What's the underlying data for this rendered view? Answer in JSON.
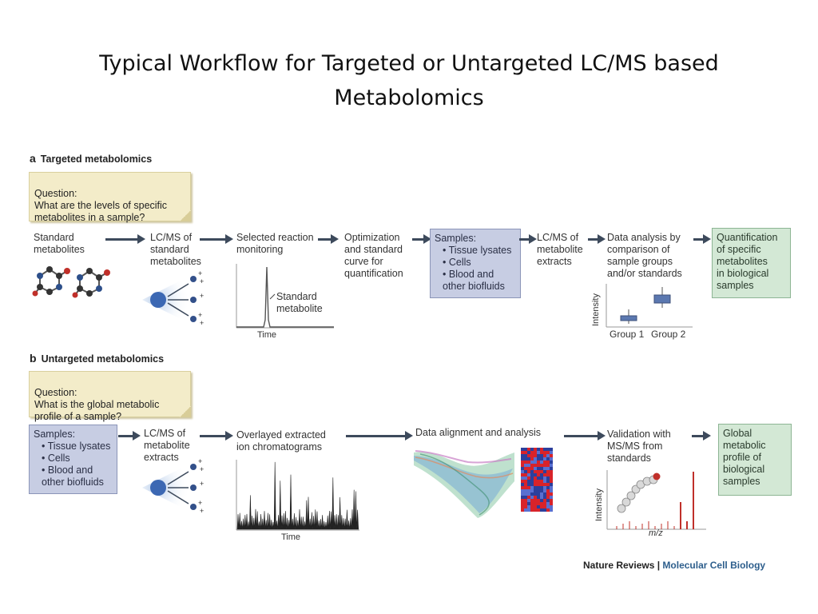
{
  "title": "Typical Workflow for Targeted or Untargeted LC/MS based Metabolomics",
  "panel_a": {
    "letter": "a",
    "heading": "Targeted metabolomics",
    "question": "Question:\nWhat are the levels of specific metabolites in a sample?",
    "step1": "Standard\nmetabolites",
    "step2": "LC/MS of\nstandard\nmetabolites",
    "step3": "Selected reaction\nmonitoring",
    "peak_label": "Standard\nmetabolite",
    "time_label": "Time",
    "step4": "Optimization\nand standard\ncurve for\nquantification",
    "samples_title": "Samples:",
    "samples": [
      "Tissue lysates",
      "Cells",
      "Blood and other biofluids"
    ],
    "step6": "LC/MS of\nmetabolite\nextracts",
    "step7": "Data analysis by\ncomparison of\nsample groups\nand/or standards",
    "intensity_label": "Intensity",
    "group1": "Group 1",
    "group2": "Group 2",
    "result": "Quantification\nof specific\nmetabolites\nin biological\nsamples"
  },
  "panel_b": {
    "letter": "b",
    "heading": "Untargeted metabolomics",
    "question": "Question:\nWhat is the global metabolic profile of a sample?",
    "samples_title": "Samples:",
    "samples": [
      "Tissue lysates",
      "Cells",
      "Blood and other biofluids"
    ],
    "step2": "LC/MS of\nmetabolite\nextracts",
    "step3": "Overlayed extracted\nion chromatograms",
    "time_label": "Time",
    "step4": "Data alignment and analysis",
    "step5": "Validation with\nMS/MS from\nstandards",
    "intensity_label": "Intensity",
    "mz_label": "m/z",
    "result": "Global\nmetabolic\nprofile of\nbiological\nsamples"
  },
  "credit": {
    "journal": "Nature Reviews",
    "separator": " | ",
    "section": "Molecular Cell Biology"
  },
  "colors": {
    "samples_box": "#c7cde3",
    "result_box": "#d3e8d5",
    "question_note": "#f3ecc9",
    "arrow": "#3d4a5c"
  }
}
